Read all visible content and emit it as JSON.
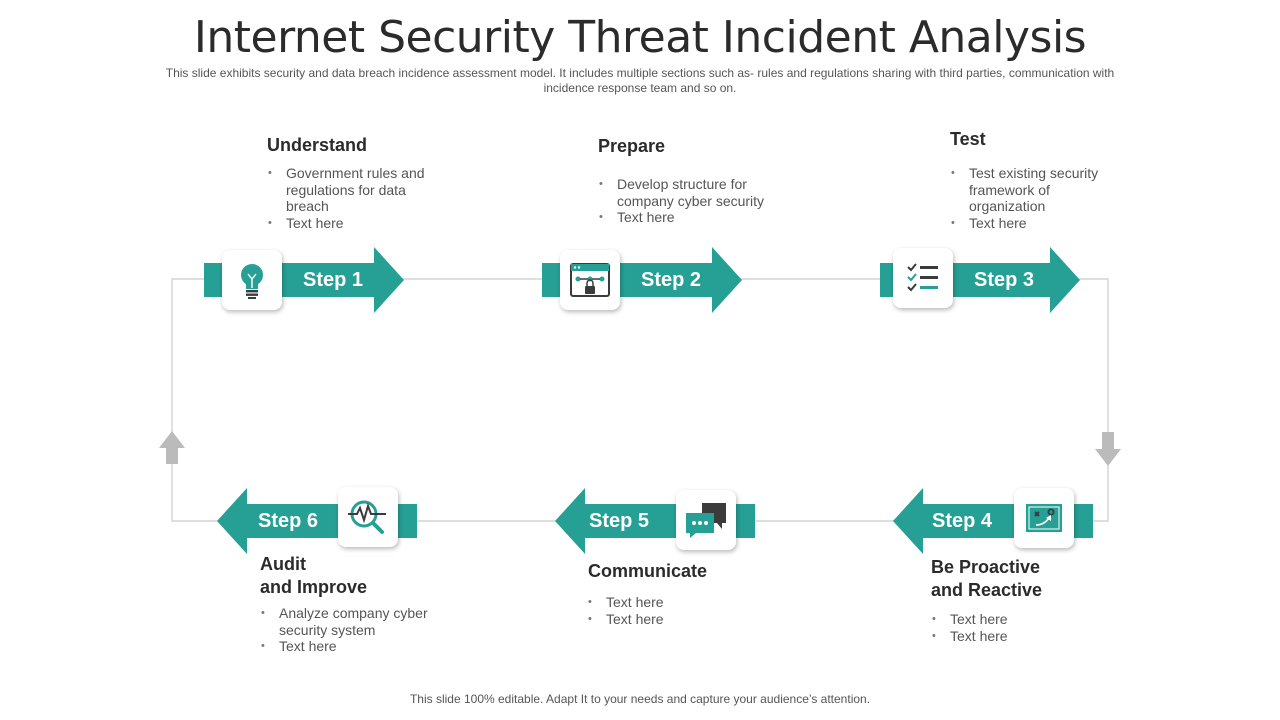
{
  "header": {
    "title": "Internet Security Threat Incident Analysis",
    "subtitle": "This slide exhibits security and data breach incidence assessment model. It includes multiple sections such as- rules and regulations sharing with third parties, communication with incidence response team and so on."
  },
  "colors": {
    "accent": "#26a095",
    "connector": "#cccccc",
    "arrowhead": "#bbbbbb"
  },
  "steps": [
    {
      "label": "Step 1",
      "heading": "Understand",
      "icon": "lightbulb-icon",
      "bullets": [
        "Government rules and regulations for data breach",
        "Text here"
      ]
    },
    {
      "label": "Step 2",
      "heading": "Prepare",
      "icon": "network-lock-icon",
      "bullets": [
        "Develop structure for company cyber security",
        "Text here"
      ]
    },
    {
      "label": "Step 3",
      "heading": "Test",
      "icon": "checklist-icon",
      "bullets": [
        "Test existing security framework of organization",
        "Text here"
      ]
    },
    {
      "label": "Step 4",
      "heading_line1": "Be Proactive",
      "heading_line2": "and Reactive",
      "icon": "strategy-board-icon",
      "bullets": [
        "Text here",
        "Text here"
      ]
    },
    {
      "label": "Step 5",
      "heading": "Communicate",
      "icon": "chat-bubbles-icon",
      "bullets": [
        "Text here",
        "Text here"
      ]
    },
    {
      "label": "Step 6",
      "heading_line1": "Audit",
      "heading_line2": "and Improve",
      "icon": "magnify-pulse-icon",
      "bullets": [
        "Analyze company cyber security system",
        "Text here"
      ]
    }
  ],
  "footer": {
    "text": "This slide 100% editable.  Adapt  It to your needs and capture your audience’s attention."
  }
}
